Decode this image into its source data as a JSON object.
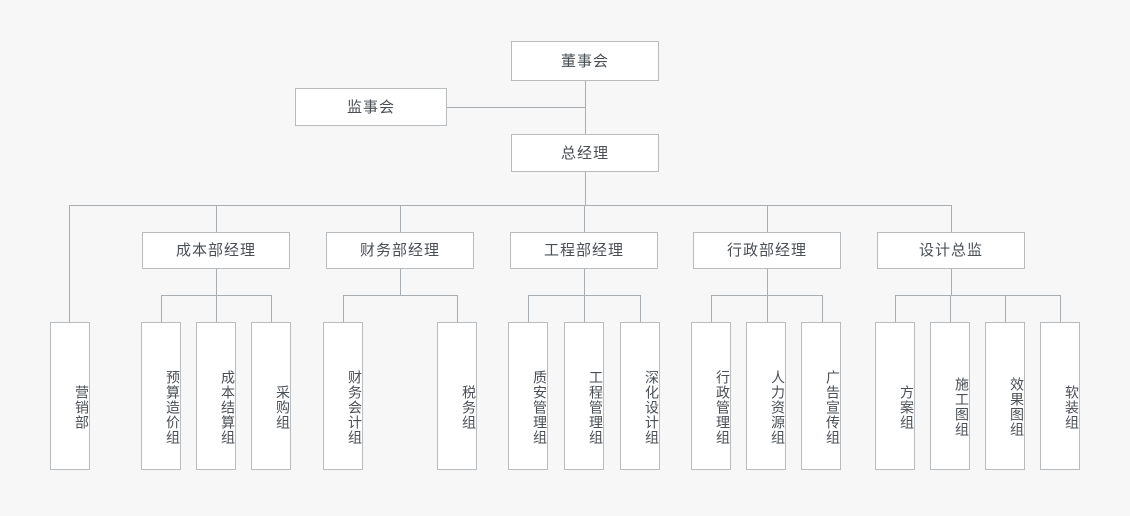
{
  "chart": {
    "title_text": "",
    "type": "org-chart",
    "background_color": "#f7f7f7",
    "box_fill_color": "#ffffff",
    "box_border_color": "#b9bcbe",
    "line_color": "#a9aeb2",
    "text_color": "#4a4f55"
  },
  "nodes": {
    "board": {
      "label": "董事会"
    },
    "supervisory": {
      "label": "监事会"
    },
    "general_manager": {
      "label": "总经理"
    },
    "departments": [
      {
        "label": "成本部经理"
      },
      {
        "label": "财务部经理"
      },
      {
        "label": "工程部经理"
      },
      {
        "label": "行政部经理"
      },
      {
        "label": "设计总监"
      }
    ],
    "standalone": [
      {
        "label": "营销部"
      }
    ],
    "teams": {
      "cost": [
        {
          "label": "预算造价组"
        },
        {
          "label": "成本结算组"
        },
        {
          "label": "采购组"
        }
      ],
      "finance": [
        {
          "label": "财务会计组"
        },
        {
          "label": "税务组"
        }
      ],
      "engineering": [
        {
          "label": "质安管理组"
        },
        {
          "label": "工程管理组"
        },
        {
          "label": "深化设计组"
        }
      ],
      "administration": [
        {
          "label": "行政管理组"
        },
        {
          "label": "人力资源组"
        },
        {
          "label": "广告宣传组"
        }
      ],
      "design": [
        {
          "label": "方案组"
        },
        {
          "label": "施工图组"
        },
        {
          "label": "效果图组"
        },
        {
          "label": "软装组"
        }
      ]
    }
  }
}
